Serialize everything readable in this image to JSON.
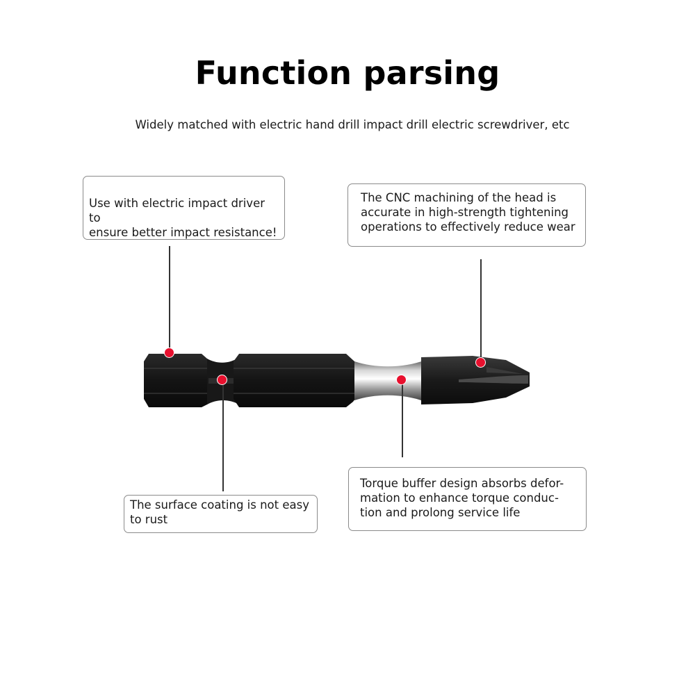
{
  "header": {
    "title": "Function parsing",
    "subtitle": "Widely matched with electric hand drill impact drill electric screwdriver, etc"
  },
  "callouts": {
    "impact": "Use with electric impact driver to\nensure better impact resistance!",
    "cnc": "The CNC machining of the head is\naccurate in high-strength tightening\noperations to effectively reduce wear",
    "coating": "The surface coating is not easy\nto rust",
    "torque": "Torque buffer design absorbs defor-\nmation to enhance torque conduc-\ntion and prolong service life"
  },
  "colors": {
    "marker": "#e8102e",
    "bit_body": "#1b1b1b",
    "box_border": "#8a8a8a"
  },
  "icons": {
    "marker": "red-dot-marker"
  }
}
